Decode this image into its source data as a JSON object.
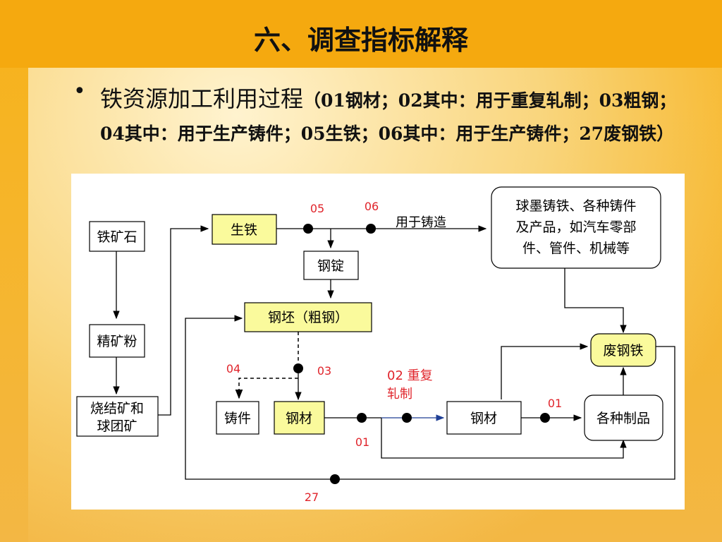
{
  "title": "六、调查指标解释",
  "bullet": {
    "lead": "铁资源加工利用过程",
    "detail": "（01钢材；02其中：用于重复轧制；03粗钢；04其中：用于生产铸件；05生铁；06其中：用于生产铸件；27废钢铁）"
  },
  "diagram": {
    "nodes": {
      "iron_ore": "铁矿石",
      "concentrate": "精矿粉",
      "sinter_1": "烧结矿和",
      "sinter_2": "球团矿",
      "pig_iron": "生铁",
      "ingot": "钢锭",
      "billet": "钢坯（粗钢）",
      "casting": "铸件",
      "steel_1": "钢材",
      "steel_2": "钢材",
      "products": "各种制品",
      "scrap": "废钢铁",
      "foundry_1": "球墨铸铁、各种铸件",
      "foundry_2": "及产品，如汽车零部",
      "foundry_3": "件、管件、机械等"
    },
    "edge_labels": {
      "for_casting": "用于铸造",
      "code_05": "05",
      "code_06": "06",
      "code_04": "04",
      "code_03": "03",
      "code_02_1": "02 重复",
      "code_02_2": "轧制",
      "code_01_a": "01",
      "code_01_b": "01",
      "code_27": "27"
    },
    "colors": {
      "highlight_fill": "#fafa9c",
      "code_text": "#e0242b",
      "line": "#000000",
      "blue_line": "#1f3f95"
    }
  }
}
